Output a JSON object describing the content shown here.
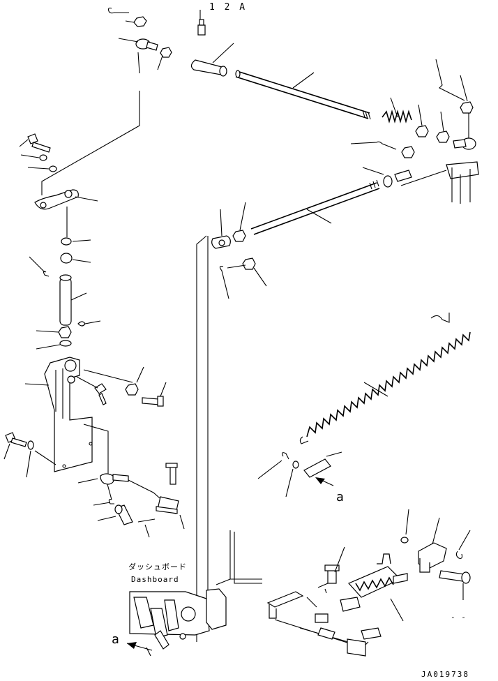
{
  "labels": {
    "grease_fitting": "1 2 A",
    "dashboard_jp": "ダッシュボード",
    "dashboard_en": "Dashboard",
    "view_a_upper": "a",
    "view_a_lower": "a",
    "drawing_number": "JA019738",
    "dash_mark": "- -"
  }
}
